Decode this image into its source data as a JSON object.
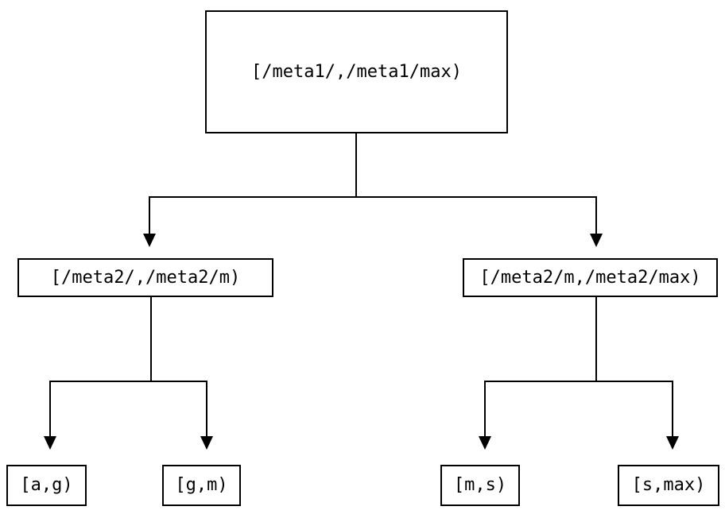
{
  "tree": {
    "root": {
      "label": "[/meta1/,/meta1/max)"
    },
    "level2": [
      {
        "label": "[/meta2/,/meta2/m)"
      },
      {
        "label": "[/meta2/m,/meta2/max)"
      }
    ],
    "leaves": [
      {
        "label": "[a,g)"
      },
      {
        "label": "[g,m)"
      },
      {
        "label": "[m,s)"
      },
      {
        "label": "[s,max)"
      }
    ]
  },
  "colors": {
    "background": "#ffffff",
    "box_border": "#000000",
    "line": "#000000",
    "text": "#000000"
  }
}
